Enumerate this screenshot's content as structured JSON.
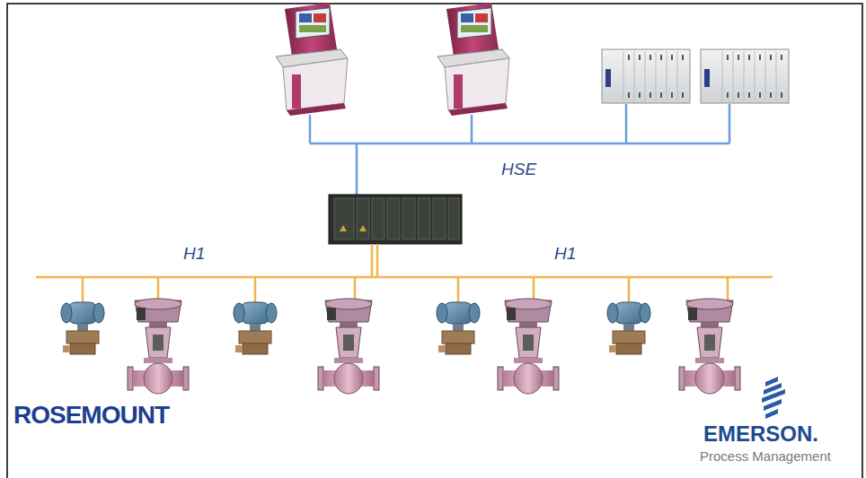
{
  "diagram": {
    "labels": [
      "HSE",
      "H1",
      "H1",
      "ROSEMOUNT",
      "EMERSON.",
      "Process Management"
    ]
  }
}
